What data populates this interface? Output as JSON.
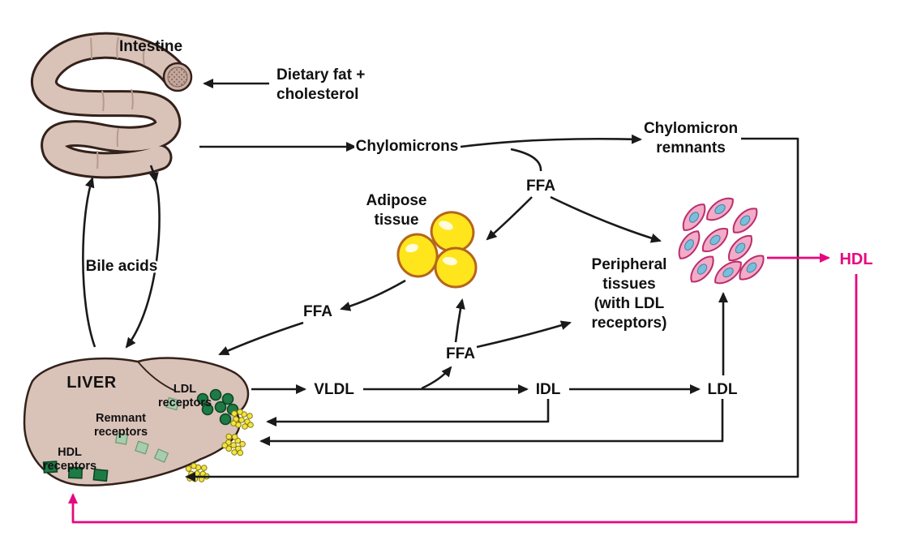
{
  "labels": {
    "intestine": "Intestine",
    "dietary_fat": [
      "Dietary fat +",
      "cholesterol"
    ],
    "chylomicrons": "Chylomicrons",
    "chylomicron_remnants": [
      "Chylomicron",
      "remnants"
    ],
    "ffa": "FFA",
    "adipose_tissue": [
      "Adipose",
      "tissue"
    ],
    "bile_acids": "Bile acids",
    "peripheral_tissues": [
      "Peripheral",
      "tissues",
      "(with LDL",
      "receptors)"
    ],
    "hdl": "HDL",
    "liver": "LIVER",
    "ldl_receptors": [
      "LDL",
      "receptors"
    ],
    "remnant_receptors": [
      "Remnant",
      "receptors"
    ],
    "hdl_receptors": [
      "HDL",
      "receptors"
    ],
    "vldl": "VLDL",
    "idl": "IDL",
    "ldl": "LDL"
  },
  "colors": {
    "arrow": "#1a1a1a",
    "hdl_pathway": "#e5097f",
    "organ_fill": "#d9c2b8",
    "organ_outline": "#33211a",
    "adipose_fill": "#ffe51c",
    "adipose_outline": "#b5651d",
    "cell_fill": "#f3abc7",
    "cell_outline": "#bb2e6b",
    "nucleus_fill": "#79bedd",
    "receptor_dark_green": "#1e7b45",
    "receptor_light_green": "#a6cdad",
    "granule_yellow": "#f3e53e"
  }
}
